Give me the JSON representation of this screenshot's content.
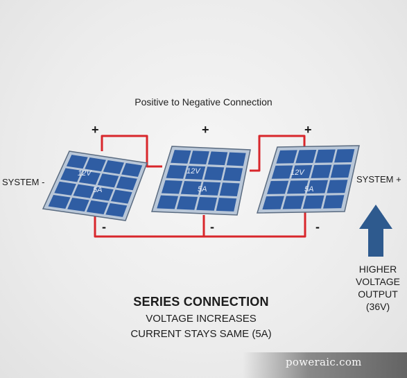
{
  "heading": "Positive to Negative Connection",
  "system_negative": "SYSTEM -",
  "system_positive": "SYSTEM +",
  "panels": [
    {
      "voltage": "12V",
      "current": "5A",
      "positive": "+",
      "negative": "-"
    },
    {
      "voltage": "12V",
      "current": "5A",
      "positive": "+",
      "negative": "-"
    },
    {
      "voltage": "12V",
      "current": "5A",
      "positive": "+",
      "negative": "-"
    }
  ],
  "caption": {
    "title": "SERIES CONNECTION",
    "line1": "VOLTAGE INCREASES",
    "line2": "CURRENT STAYS SAME (5A)"
  },
  "output": {
    "line1": "HIGHER",
    "line2": "VOLTAGE",
    "line3": "OUTPUT",
    "line4": "(36V)"
  },
  "watermark": "poweraic.com",
  "colors": {
    "wire": "#d8262b",
    "panel_frame": "#b9c7d8",
    "panel_fill": "#2f5da3",
    "arrow": "#2e5a8e"
  },
  "icons": {
    "arrow": "up-arrow-icon"
  }
}
